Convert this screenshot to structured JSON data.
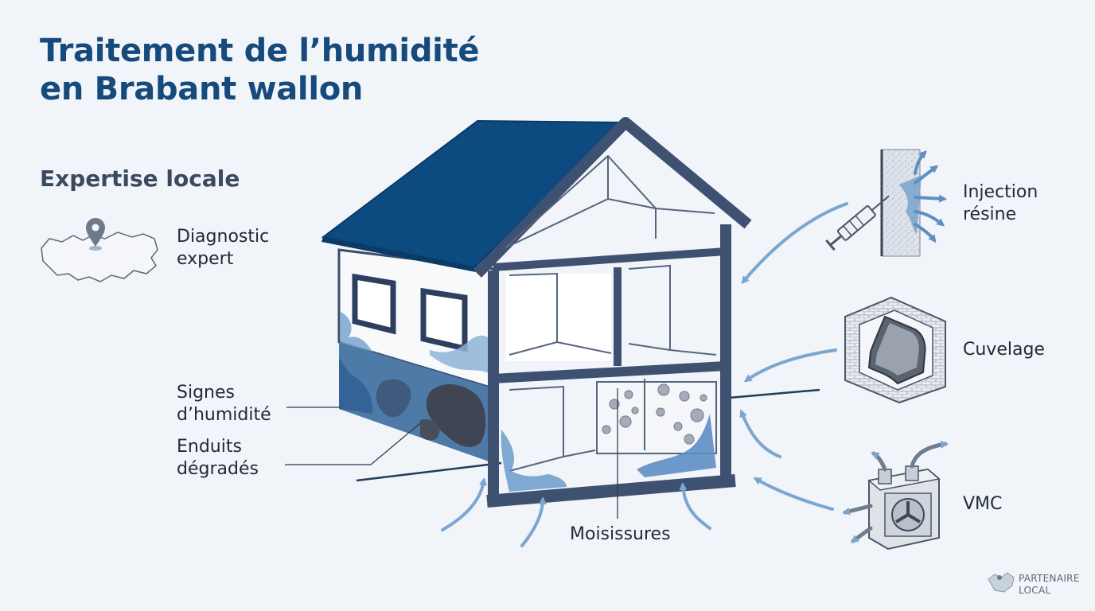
{
  "header": {
    "title_line1": "Traitement de l’humidité",
    "title_line2": "en Brabant wallon",
    "subtitle": "Expertise locale"
  },
  "left_labels": {
    "diagnostic": [
      "Diagnostic",
      "expert"
    ],
    "signs": [
      "Signes",
      "d’humidité"
    ],
    "plaster": [
      "Enduits",
      "dégradés"
    ]
  },
  "bottom_label": "Moisissures",
  "solutions": [
    {
      "lines": [
        "Injection",
        "résine"
      ],
      "icon": "syringe-injection-icon"
    },
    {
      "lines": [
        "Cuvelage"
      ],
      "icon": "tanking-basin-icon"
    },
    {
      "lines": [
        "VMC"
      ],
      "icon": "ventilation-unit-icon"
    }
  ],
  "badge": [
    "PARTENAIRE",
    "LOCAL"
  ],
  "colors": {
    "title": "#164a7c",
    "roof": "#0d4a80",
    "frame": "#3a4d6c",
    "damp": "#4e82b4",
    "arrow": "#7aa6d0",
    "mold": "#5a6070"
  }
}
